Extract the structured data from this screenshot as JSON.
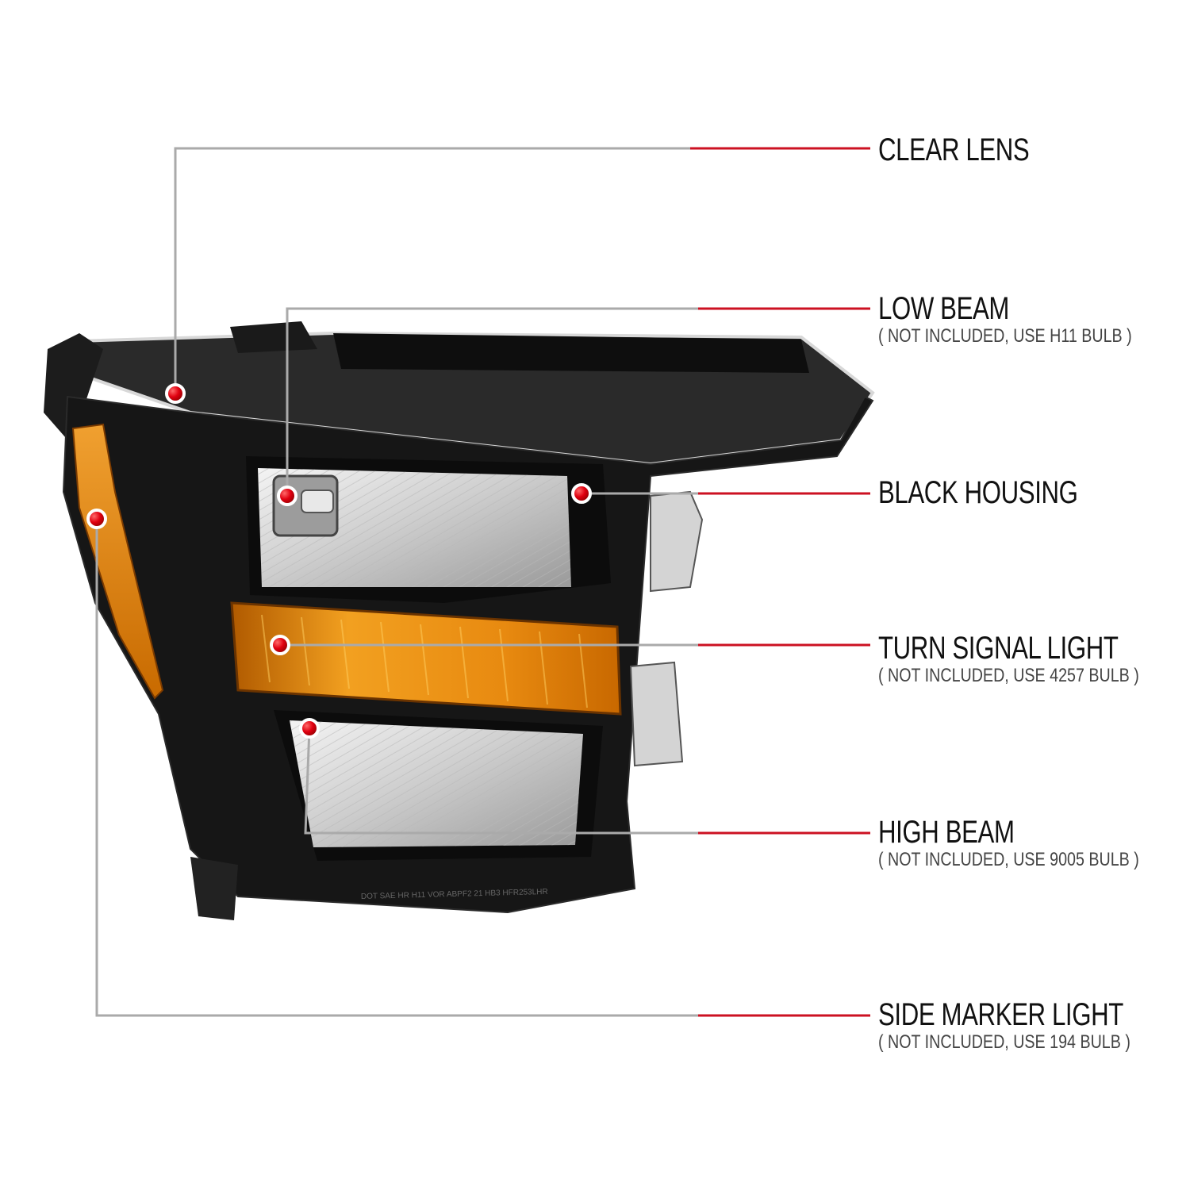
{
  "callouts": [
    {
      "id": "clear-lens",
      "title": "CLEAR LENS",
      "note": ""
    },
    {
      "id": "low-beam",
      "title": "LOW BEAM",
      "note": "( NOT INCLUDED, USE  H11  BULB )"
    },
    {
      "id": "black-housing",
      "title": "BLACK HOUSING",
      "note": ""
    },
    {
      "id": "turn-signal-light",
      "title": "TURN SIGNAL LIGHT",
      "note": "( NOT INCLUDED, USE  4257  BULB )"
    },
    {
      "id": "high-beam",
      "title": "HIGH BEAM",
      "note": "( NOT INCLUDED, USE  9005  BULB )"
    },
    {
      "id": "side-marker-light",
      "title": "SIDE MARKER LIGHT",
      "note": "( NOT INCLUDED, USE  194  BULB )"
    }
  ],
  "housing_text": "DOT SAE HR H11 VOR ABPF2 21 HB3 HFR253LHR",
  "colors": {
    "leader_line": "#aaaaaa",
    "accent_line": "#cc1122",
    "marker_dot": "#e00010",
    "housing": "#151515",
    "amber": "#e88a10"
  }
}
